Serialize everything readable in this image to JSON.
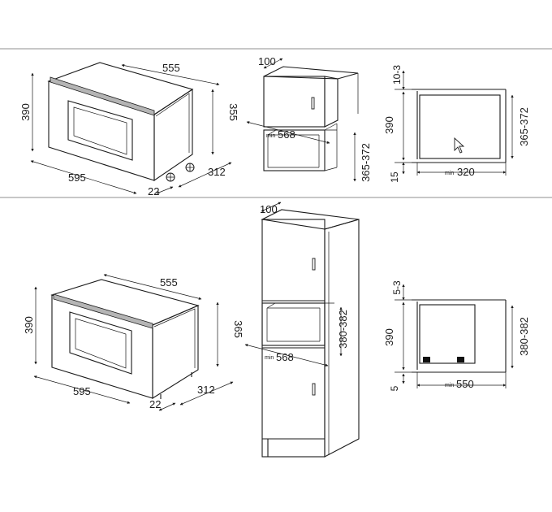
{
  "top": {
    "front": {
      "width": "595",
      "depth_top": "555",
      "height": "390",
      "height_inner": "355",
      "depth_side": "312",
      "offset": "22"
    },
    "cabinet": {
      "top_depth": "100",
      "min_prefix": "min",
      "min_width": "568",
      "height_range": "365-372"
    },
    "section": {
      "gap": "10-3",
      "height": "390",
      "bottom": "15",
      "min_prefix": "min",
      "min_depth": "320",
      "niche": "365-372"
    }
  },
  "bottom": {
    "front": {
      "width": "595",
      "depth_top": "555",
      "height": "390",
      "height_inner": "365",
      "depth_side": "312",
      "offset": "22"
    },
    "column": {
      "top_depth": "100",
      "min_prefix": "min",
      "min_width": "568",
      "height_range": "380-382"
    },
    "section": {
      "gap": "5-3",
      "height": "390",
      "bottom": "5",
      "min_prefix": "min",
      "min_depth": "550",
      "niche": "380-382"
    }
  },
  "colors": {
    "lines": "#1a1a1a",
    "separator": "#6a6a6a",
    "trim_strip": "#b5b5b5",
    "feet": "#111111"
  }
}
